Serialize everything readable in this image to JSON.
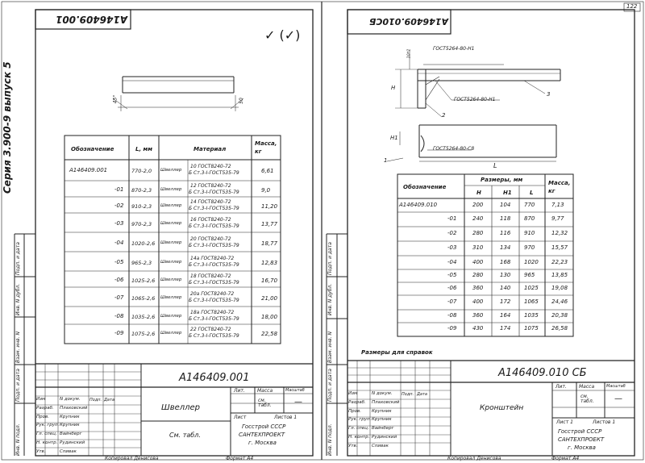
{
  "page_number": "122",
  "series_text": "Серия 3.900-9 выпуск 5",
  "left": {
    "top_code": "A146409.001",
    "check_mark": "✓ (✓)",
    "view_dim_left": "45°",
    "view_dim_right": "50",
    "table": {
      "headers": [
        "Обозначение",
        "L, мм",
        "Материал",
        "Масса, кг"
      ],
      "rows": [
        {
          "code": "A146409.001",
          "L": "770-2,0",
          "mat_a": "Швеллер",
          "mat_1": "10  ГОСТ8240-72",
          "mat_2": "Б Ст.3-I-ГОСТ535-79",
          "mass": "6,61"
        },
        {
          "code": "-01",
          "L": "870-2,3",
          "mat_a": "Швеллер",
          "mat_1": "12  ГОСТ8240-72",
          "mat_2": "Б Ст.3-I-ГОСТ535-79",
          "mass": "9,0"
        },
        {
          "code": "-02",
          "L": "910-2,3",
          "mat_a": "Швеллер",
          "mat_1": "14  ГОСТ8240-72",
          "mat_2": "Б Ст.3-I-ГОСТ535-79",
          "mass": "11,20"
        },
        {
          "code": "-03",
          "L": "970-2,3",
          "mat_a": "Швеллер",
          "mat_1": "16  ГОСТ8240-72",
          "mat_2": "Б Ст.3-I-ГОСТ535-79",
          "mass": "13,77"
        },
        {
          "code": "-04",
          "L": "1020-2,6",
          "mat_a": "Швеллер",
          "mat_1": "20  ГОСТ8240-72",
          "mat_2": "Б Ст.3-I-ГОСТ535-79",
          "mass": "18,77"
        },
        {
          "code": "-05",
          "L": "965-2,3",
          "mat_a": "Швеллер",
          "mat_1": "14а ГОСТ8240-72",
          "mat_2": "Б Ст.3-I-ГОСТ535-79",
          "mass": "12,83"
        },
        {
          "code": "-06",
          "L": "1025-2,6",
          "mat_a": "Швеллер",
          "mat_1": "18  ГОСТ8240-72",
          "mat_2": "Б Ст.3-I-ГОСТ535-79",
          "mass": "16,70"
        },
        {
          "code": "-07",
          "L": "1065-2,6",
          "mat_a": "Швеллер",
          "mat_1": "20а ГОСТ8240-72",
          "mat_2": "Б Ст.3-I-ГОСТ535-79",
          "mass": "21,00"
        },
        {
          "code": "-08",
          "L": "1035-2,6",
          "mat_a": "Швеллер",
          "mat_1": "18а ГОСТ8240-72",
          "mat_2": "Б Ст.3-I-ГОСТ535-79",
          "mass": "18,00"
        },
        {
          "code": "-09",
          "L": "1075-2,6",
          "mat_a": "Швеллер",
          "mat_1": "22  ГОСТ8240-72",
          "mat_2": "Б Ст.3-I-ГОСТ535-79",
          "mass": "22,58"
        }
      ]
    },
    "side_labels": [
      "Инв. N подл.",
      "Подп. и дата",
      "Взам. инв. N",
      "Инв. N дубл.",
      "Подп. и дата"
    ],
    "title_block": {
      "code": "A146409.001",
      "name": "Швеллер",
      "material": "См. табл.",
      "lit": "Лит.",
      "mass_h": "Масса",
      "scale_h": "Масштаб",
      "mass_v": "см. табл.",
      "scale_v": "—",
      "sheet": "Лист",
      "sheets": "Листов 1",
      "org1": "Госстрой СССР",
      "org2": "САНТЕХПРОЕКТ",
      "org3": "г. Москва",
      "roles": [
        "Изм",
        "Разраб.",
        "Пров.",
        "Рук. груп.",
        "Гл. спец.",
        "Н. контр.",
        "Утв."
      ],
      "names": [
        "N докум.",
        "Плаховский",
        "Крупник",
        "Крупник",
        "Вайнберг",
        "Рудинский",
        "Спивак"
      ],
      "col_h": [
        "Подп.",
        "Дата"
      ],
      "copied": "Копировал Денисова",
      "format": "Формат А4"
    }
  },
  "right": {
    "top_code": "A146409.010СБ",
    "gost_a": "ГОСТ5264-80-Н1",
    "gost_b": "ГОСТ5264-80-Н1",
    "gost_c": "ГОСТ5264-80-С8",
    "dim_H": "H",
    "dim_H1": "H1",
    "dim_L": "L",
    "dim_small": "10*1",
    "pos": [
      "1",
      "2",
      "3"
    ],
    "table": {
      "h_code": "Обозначение",
      "h_dims": "Размеры, мм",
      "h_H": "H",
      "h_H1": "H1",
      "h_L": "L",
      "h_mass": "Масса, кг",
      "rows": [
        {
          "code": "A146409.010",
          "H": "200",
          "H1": "104",
          "L": "770",
          "m": "7,13"
        },
        {
          "code": "-01",
          "H": "240",
          "H1": "118",
          "L": "870",
          "m": "9,77"
        },
        {
          "code": "-02",
          "H": "280",
          "H1": "116",
          "L": "910",
          "m": "12,32"
        },
        {
          "code": "-03",
          "H": "310",
          "H1": "134",
          "L": "970",
          "m": "15,57"
        },
        {
          "code": "-04",
          "H": "400",
          "H1": "168",
          "L": "1020",
          "m": "22,23"
        },
        {
          "code": "-05",
          "H": "280",
          "H1": "130",
          "L": "965",
          "m": "13,85"
        },
        {
          "code": "-06",
          "H": "360",
          "H1": "140",
          "L": "1025",
          "m": "19,08"
        },
        {
          "code": "-07",
          "H": "400",
          "H1": "172",
          "L": "1065",
          "m": "24,46"
        },
        {
          "code": "-08",
          "H": "360",
          "H1": "164",
          "L": "1035",
          "m": "20,38"
        },
        {
          "code": "-09",
          "H": "430",
          "H1": "174",
          "L": "1075",
          "m": "26,58"
        }
      ]
    },
    "note": "Размеры для справок",
    "title_block": {
      "code": "A146409.010 СБ",
      "name": "Кронштейн",
      "lit": "Лит.",
      "mass_h": "Масса",
      "scale_h": "Масштаб",
      "mass_v": "см. табл.",
      "scale_v": "—",
      "sheet": "Лист 1",
      "sheets": "Листов 1",
      "org1": "Госстрой СССР",
      "org2": "САНТЕХПРОЕКТ",
      "org3": "г. Москва",
      "roles": [
        "Изм",
        "Разраб.",
        "Пров.",
        "Рук. груп.",
        "Гл. спец.",
        "Н. контр.",
        "Утв."
      ],
      "names": [
        "N докум.",
        "Плаховский",
        "Крупник",
        "Крупник",
        "Вайнберг",
        "Рудинский",
        "Спивак"
      ],
      "col_h": [
        "Подп.",
        "Дата"
      ],
      "copied": "Копировал Денисова",
      "format": "Формат А4"
    }
  }
}
